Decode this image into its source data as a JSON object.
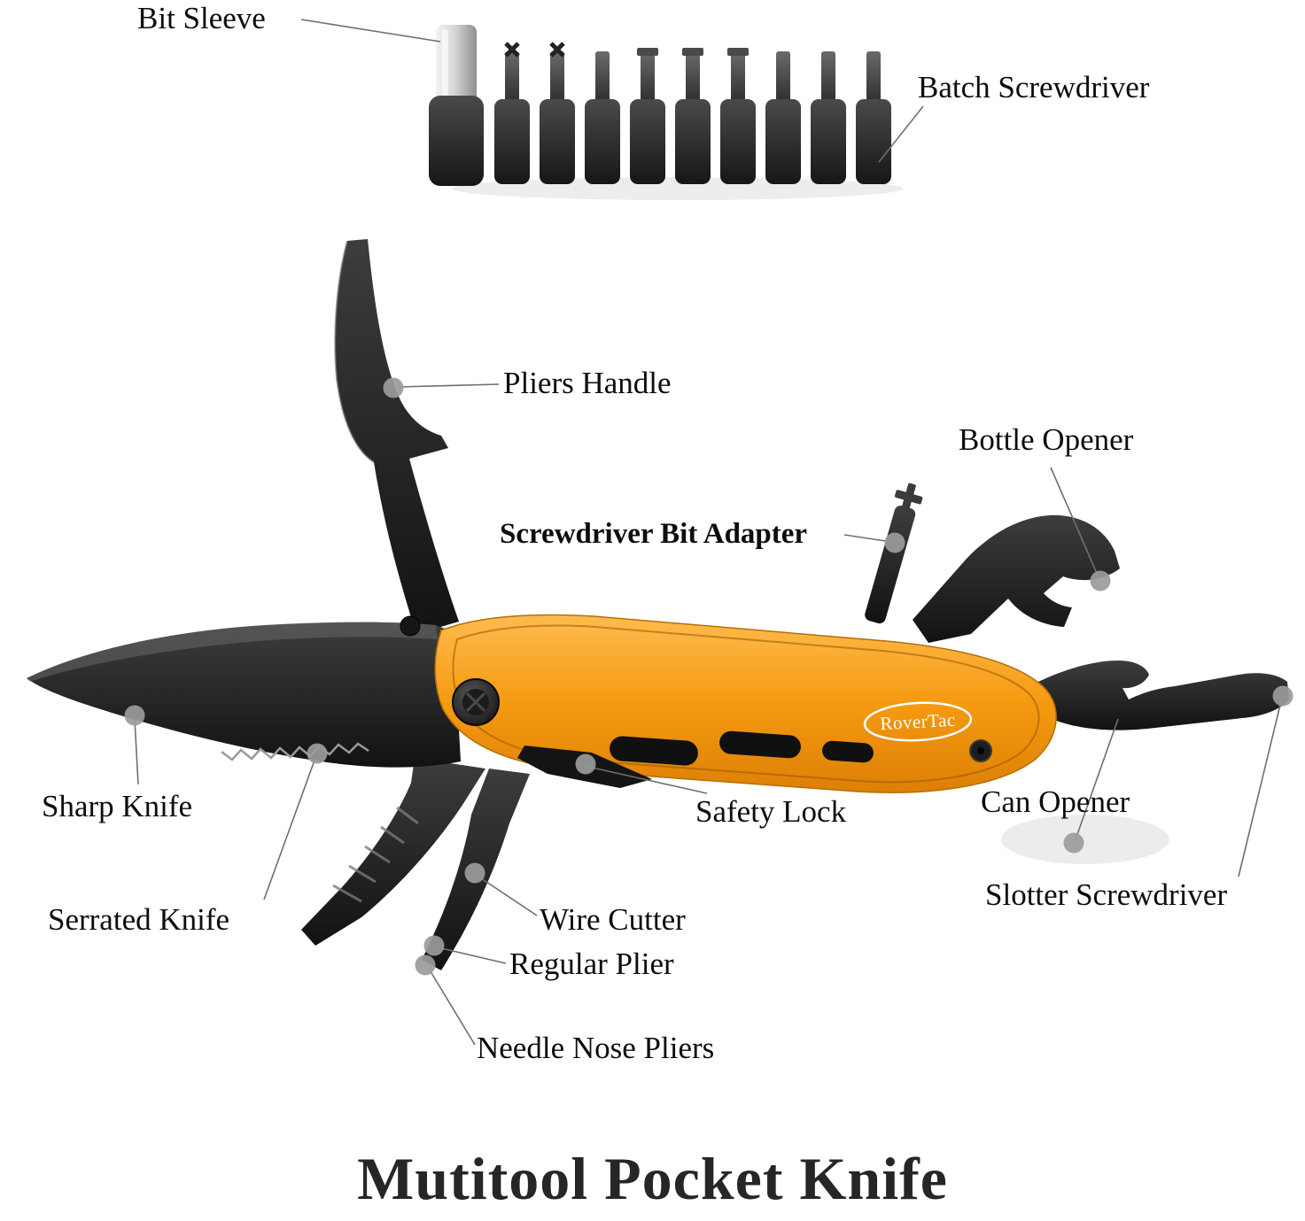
{
  "title": {
    "text": "Mutitool Pocket Knife"
  },
  "brand": {
    "text": "RoverTac"
  },
  "labels": {
    "bit_sleeve": "Bit Sleeve",
    "batch_screwdriver": "Batch Screwdriver",
    "pliers_handle": "Pliers Handle",
    "bottle_opener": "Bottle Opener",
    "screwdriver_bit_adapter": "Screwdriver Bit Adapter",
    "sharp_knife": "Sharp Knife",
    "safety_lock": "Safety Lock",
    "can_opener": "Can Opener",
    "slotter_screwdriver": "Slotter Screwdriver",
    "serrated_knife": "Serrated Knife",
    "wire_cutter": "Wire Cutter",
    "regular_plier": "Regular Plier",
    "needle_nose_pliers": "Needle Nose Pliers"
  },
  "colors": {
    "handle_orange": "#F59A10",
    "tool_black": "#1B1B1D",
    "metal_silver": "#C9C9C9",
    "anchor_dot_gray": "#9B9B9B",
    "leader_line_gray": "#6F6F6F",
    "label_text": "#0D0D0D"
  },
  "diagram": {
    "type": "labeled-product-diagram",
    "subject": "multitool pocket knife with screwdriver bit set",
    "bit_count": 9
  }
}
